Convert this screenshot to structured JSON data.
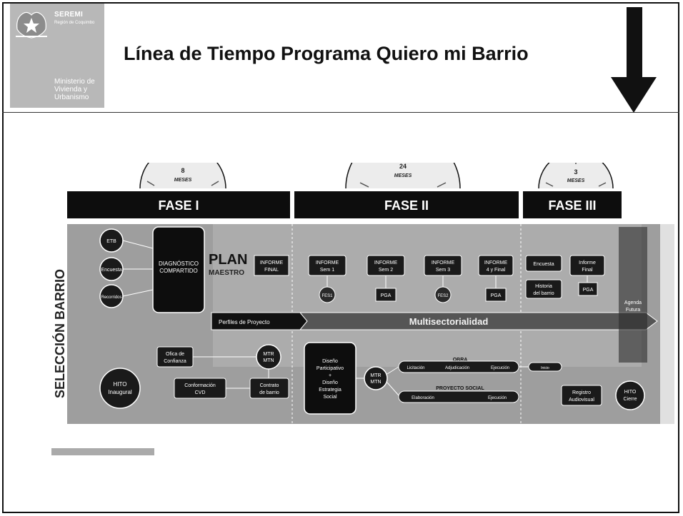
{
  "header": {
    "org": "SEREMI",
    "region": "Región de Coquimbo",
    "ministry_lines": [
      "Ministerio de",
      "Vivienda y",
      "Urbanismo"
    ],
    "title": "Línea de Tiempo Programa Quiero mi Barrio"
  },
  "clocks": [
    {
      "number": "8",
      "unit": "MESES"
    },
    {
      "number": "24",
      "unit": "MESES"
    },
    {
      "number": "3",
      "unit": "MESES"
    }
  ],
  "phases": [
    "FASE I",
    "FASE II",
    "FASE III"
  ],
  "side_label": "SELECCIÓN BARRIO",
  "fase1": {
    "circles": [
      "ETB",
      "Encuesta",
      "Recorridos"
    ],
    "diagnostico": [
      "DIAGNÓSTICO",
      "COMPARTIDO"
    ],
    "plan": "PLAN",
    "maestro": "MAESTRO",
    "informe_final": [
      "INFORME",
      "FINAL"
    ],
    "oficina": [
      "Ofica de",
      "Confianza"
    ],
    "mtr": [
      "MTR",
      "MTN"
    ],
    "conformacion": [
      "Conformación",
      "CVD"
    ],
    "contrato": [
      "Contrato",
      "de barrio"
    ],
    "hito": [
      "HITO",
      "Inaugural"
    ]
  },
  "fase2": {
    "informes": [
      {
        "lines": [
          "INFORME",
          "Sem 1"
        ],
        "badge": "FES1",
        "badge_shape": "circle"
      },
      {
        "lines": [
          "INFORME",
          "Sem 2"
        ],
        "badge": "PGA",
        "badge_shape": "rect"
      },
      {
        "lines": [
          "INFORME",
          "Sem 3"
        ],
        "badge": "FES2",
        "badge_shape": "circle"
      },
      {
        "lines": [
          "INFORME",
          "4 y Final"
        ],
        "badge": "PGA",
        "badge_shape": "rect"
      }
    ],
    "perfiles": "Perfiles de Proyecto",
    "multisectorialidad": "Multisectorialidad",
    "diseno": [
      "Diseño",
      "Participativo",
      "+",
      "Diseño",
      "Estrategia",
      "Social"
    ],
    "mtr": [
      "MTR",
      "MTN"
    ],
    "obra_label": "OBRA",
    "obra_steps": [
      "Licitación",
      "Adjudicación",
      "Ejecución"
    ],
    "obra_extra": "Inicio",
    "proyecto_social_label": "PROYECTO SOCIAL",
    "social_steps": [
      "Elaboración",
      "Ejecución"
    ]
  },
  "fase3": {
    "encuesta": "Encuesta",
    "historia": [
      "Historia",
      "del barrio"
    ],
    "informe": [
      "Informe",
      "Final"
    ],
    "pga": "PGA",
    "agenda": [
      "Agenda",
      "Futura"
    ],
    "registro": [
      "Registro",
      "Audiovisual"
    ],
    "hito_cierre": [
      "HITO",
      "Cierre"
    ]
  }
}
